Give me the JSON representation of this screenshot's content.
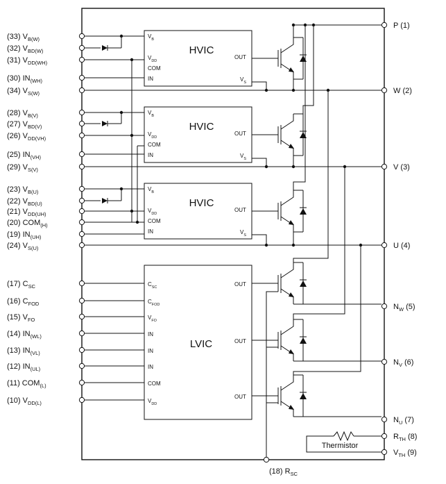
{
  "title": "Internal circuit block diagram",
  "left_pins": [
    {
      "label": "(33) V",
      "sub": "B(W)"
    },
    {
      "label": "(32) V",
      "sub": "BD(W)"
    },
    {
      "label": "(31) V",
      "sub": "DD(WH)"
    },
    {
      "label": "(30) IN",
      "sub": "(WH)"
    },
    {
      "label": "(34) V",
      "sub": "S(W)"
    },
    {
      "label": "(28) V",
      "sub": "B(V)"
    },
    {
      "label": "(27) V",
      "sub": "BD(V)"
    },
    {
      "label": "(26) V",
      "sub": "DD(VH)"
    },
    {
      "label": "(25) IN",
      "sub": "(VH)"
    },
    {
      "label": "(29) V",
      "sub": "S(V)"
    },
    {
      "label": "(23) V",
      "sub": "B(U)"
    },
    {
      "label": "(22) V",
      "sub": "BD(U)"
    },
    {
      "label": "(21) V",
      "sub": "DD(UH)"
    },
    {
      "label": "(20) COM",
      "sub": "(H)"
    },
    {
      "label": "(19) IN",
      "sub": "(UH)"
    },
    {
      "label": "(24) V",
      "sub": "S(U)"
    },
    {
      "label": "(17) C",
      "sub": "SC"
    },
    {
      "label": "(16) C",
      "sub": "FOD"
    },
    {
      "label": "(15) V",
      "sub": "FO"
    },
    {
      "label": "(14) IN",
      "sub": "(WL)"
    },
    {
      "label": "(13) IN",
      "sub": "(VL)"
    },
    {
      "label": "(12) IN",
      "sub": "(UL)"
    },
    {
      "label": "(11) COM",
      "sub": "(L)"
    },
    {
      "label": "(10) V",
      "sub": "DD(L)"
    }
  ],
  "right_pins": [
    {
      "label": "P (1)",
      "main": "P",
      "sub": "",
      "num": " (1)"
    },
    {
      "label": "W (2)",
      "main": "W",
      "sub": "",
      "num": " (2)"
    },
    {
      "label": "V (3)",
      "main": "V",
      "sub": "",
      "num": " (3)"
    },
    {
      "label": "U (4)",
      "main": "U",
      "sub": "",
      "num": " (4)"
    },
    {
      "label": "NW (5)",
      "main": "N",
      "sub": "W",
      "num": " (5)"
    },
    {
      "label": "NV (6)",
      "main": "N",
      "sub": "V",
      "num": " (6)"
    },
    {
      "label": "NU (7)",
      "main": "N",
      "sub": "U",
      "num": " (7)"
    },
    {
      "label": "RTH (8)",
      "main": "R",
      "sub": "TH",
      "num": " (8)"
    },
    {
      "label": "VTH (9)",
      "main": "V",
      "sub": "TH",
      "num": " (9)"
    }
  ],
  "bottom_pin": {
    "main": "(18) R",
    "sub": "SC"
  },
  "hvic": {
    "name": "HVIC",
    "pins": {
      "vb": "V",
      "vb_sub": "B",
      "vdd": "V",
      "vdd_sub": "DD",
      "com": "COM",
      "in": "IN",
      "out": "OUT",
      "vs": "V",
      "vs_sub": "S"
    }
  },
  "lvic": {
    "name": "LVIC",
    "pins": [
      {
        "main": "C",
        "sub": "SC"
      },
      {
        "main": "C",
        "sub": "FOD"
      },
      {
        "main": "V",
        "sub": "FO"
      },
      {
        "main": "IN",
        "sub": ""
      },
      {
        "main": "IN",
        "sub": ""
      },
      {
        "main": "IN",
        "sub": ""
      },
      {
        "main": "COM",
        "sub": ""
      },
      {
        "main": "V",
        "sub": "DD"
      }
    ],
    "out_label": "OUT"
  },
  "thermistor": "Thermistor",
  "colors": {
    "line": "#111111",
    "background": "#ffffff"
  }
}
